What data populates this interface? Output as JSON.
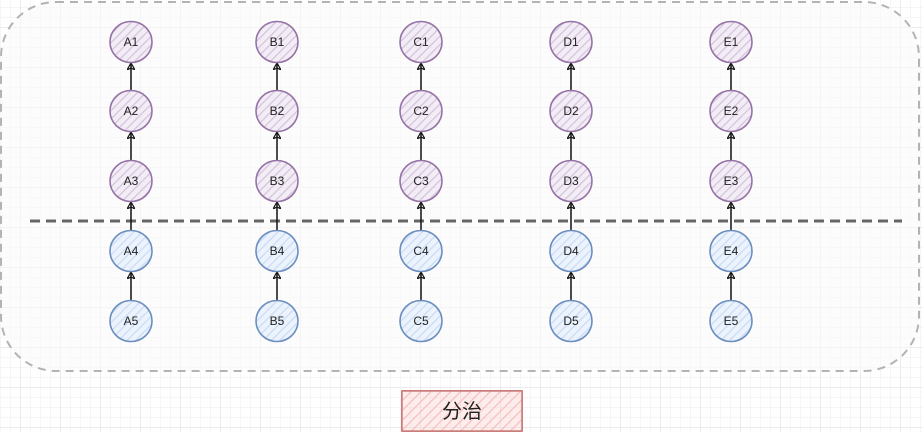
{
  "diagram": {
    "caption": "分治",
    "colors": {
      "upper_stroke": "#9673a6",
      "upper_fill": "#e1d5e7",
      "lower_stroke": "#6c8ebf",
      "lower_fill": "#dae8fc",
      "caption_stroke": "#b85450",
      "caption_fill": "#f8cecc",
      "container_stroke": "#b3b3b3",
      "divider": "#666666",
      "arrow": "#111111"
    },
    "columns": [
      {
        "id": "A",
        "nodes": [
          "A1",
          "A2",
          "A3",
          "A4",
          "A5"
        ]
      },
      {
        "id": "B",
        "nodes": [
          "B1",
          "B2",
          "B3",
          "B4",
          "B5"
        ]
      },
      {
        "id": "C",
        "nodes": [
          "C1",
          "C2",
          "C3",
          "C4",
          "C5"
        ]
      },
      {
        "id": "D",
        "nodes": [
          "D1",
          "D2",
          "D3",
          "D4",
          "D5"
        ]
      },
      {
        "id": "E",
        "nodes": [
          "E1",
          "E2",
          "E3",
          "E4",
          "E5"
        ]
      }
    ],
    "upper_group_rows": 3,
    "edges_direction": "bottom-to-top"
  }
}
